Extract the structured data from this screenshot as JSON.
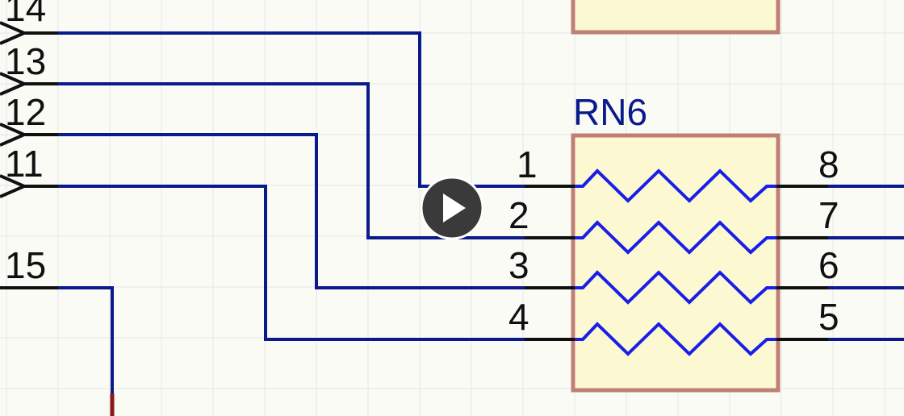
{
  "schematic": {
    "component": {
      "designator": "RN6",
      "pins_left": [
        "1",
        "2",
        "3",
        "4"
      ],
      "pins_right": [
        "8",
        "7",
        "6",
        "5"
      ]
    },
    "net_labels": [
      "14",
      "13",
      "12",
      "11",
      "15"
    ],
    "colors": {
      "background": "#fbfbf6",
      "grid": "#e6e6e6",
      "wire": "#0a1a8c",
      "resistor": "#1a1ee6",
      "pin": "#101010",
      "body_fill": "#fbf8d2",
      "body_border": "#c07f75",
      "designator": "#0a1a8c",
      "red_wire": "#8b1a1a",
      "play_bg": "#3a3a3a"
    }
  },
  "video_overlay": {
    "play_icon": "play-icon"
  }
}
